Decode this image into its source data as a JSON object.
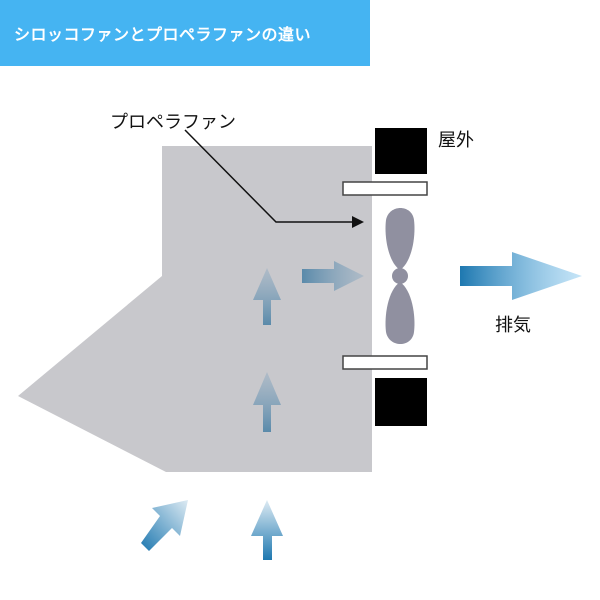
{
  "title": "シロッコファンとプロペラファンの違い",
  "labels": {
    "propeller_fan": "プロペラファン",
    "outdoor": "屋外",
    "exhaust": "排気"
  },
  "colors": {
    "banner": "#45b4f2",
    "hood": "#c8c8cc",
    "wall": "#000000",
    "fan_blade": "#9090a0",
    "airflow_arrow": "#1e78b0",
    "exhaust_arrow": "#3a90cc"
  }
}
